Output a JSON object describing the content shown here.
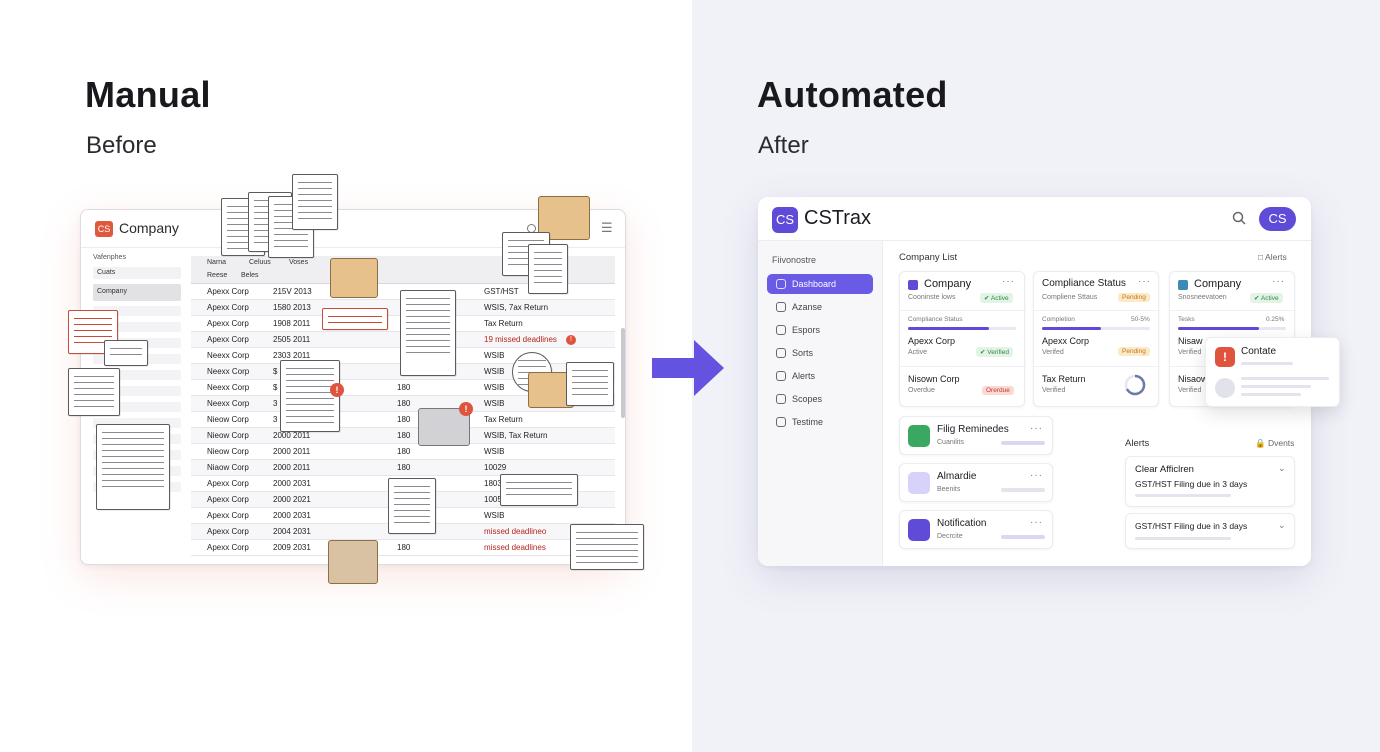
{
  "left": {
    "title": "Manual",
    "subtitle": "Before",
    "window": {
      "logo": "CS",
      "app_title": "Company",
      "sidebar_heading": "Vafenphes",
      "sidebar_items": [
        "Cuats",
        "Company"
      ],
      "columns": [
        "Narna",
        "Celuus",
        "Voses"
      ],
      "subcolumns": [
        "Reese",
        "Beles"
      ],
      "rows": [
        {
          "name": "Apexx Corp",
          "date": "215V 2013",
          "num": "",
          "status": "GST/HST",
          "warn": false
        },
        {
          "name": "Apexx Corp",
          "date": "1580 2013",
          "num": "",
          "status": "WSIS, 7ax Return",
          "warn": false
        },
        {
          "name": "Apexx Corp",
          "date": "1908 2011",
          "num": "",
          "status": "Tax Return",
          "warn": false
        },
        {
          "name": "Apexx Corp",
          "date": "2505 2011",
          "num": "",
          "status": "19 missed deadlines",
          "warn": true
        },
        {
          "name": "Neexx Corp",
          "date": "2303 2011",
          "num": "",
          "status": "WSIB",
          "warn": false
        },
        {
          "name": "Neexx Corp",
          "date": "$",
          "num": "",
          "status": "WSIB",
          "warn": false
        },
        {
          "name": "Neexx Corp",
          "date": "$",
          "num": "180",
          "status": "WSIB",
          "warn": false
        },
        {
          "name": "Neexx Corp",
          "date": "3",
          "num": "180",
          "status": "WSIB",
          "warn": false
        },
        {
          "name": "Nieow Corp",
          "date": "3",
          "num": "180",
          "status": "Tax Return",
          "warn": false
        },
        {
          "name": "Nieow Corp",
          "date": "2000 2011",
          "num": "180",
          "status": "WSIB, Tax Return",
          "warn": false
        },
        {
          "name": "Nieow Corp",
          "date": "2000 2011",
          "num": "180",
          "status": "WSIB",
          "warn": false
        },
        {
          "name": "Niaow Corp",
          "date": "2000 2011",
          "num": "180",
          "status": "10029",
          "warn": false
        },
        {
          "name": "Apexx Corp",
          "date": "2000 2031",
          "num": "",
          "status": "1803",
          "warn": false
        },
        {
          "name": "Apexx Corp",
          "date": "2000 2021",
          "num": "",
          "status": "1005",
          "warn": false
        },
        {
          "name": "Apexx Corp",
          "date": "2000 2031",
          "num": "",
          "status": "WSIB",
          "warn": false
        },
        {
          "name": "Apexx Corp",
          "date": "2004 2031",
          "num": "",
          "status": "missed deadlineo",
          "warn": true
        },
        {
          "name": "Apexx Corp",
          "date": "2009 2031",
          "num": "180",
          "status": "missed deadlines",
          "warn": true
        }
      ]
    }
  },
  "right": {
    "title": "Automated",
    "subtitle": "After",
    "window": {
      "logo": "CS",
      "app_title": "CSTrax",
      "avatar": "CS",
      "sidebar_heading": "Fiivonostre",
      "nav": [
        "Dashboard",
        "Azanse",
        "Espors",
        "Sorts",
        "Alerts",
        "Scopes",
        "Testime"
      ],
      "list_title": "Company List",
      "alerts_link": "Alerts",
      "cards": [
        {
          "title": "Company",
          "sub": "Cooninste lows",
          "badge": "Active",
          "progress_label": "Compliance Status",
          "progress_value": "",
          "progress": 0.75,
          "row1_title": "Apexx Corp",
          "row1_sub": "Active",
          "row1_badge": "Verified",
          "row2_title": "Nisown Corp",
          "row2_sub": "Overdue",
          "row2_badge": "Orerdue"
        },
        {
          "title": "Compliance Status",
          "sub": "Compliene Sttaus",
          "badge": "Pending",
          "progress_label": "Completion",
          "progress_value": "50-5%",
          "progress": 0.55,
          "row1_title": "Apexx Corp",
          "row1_sub": "Verifed",
          "row1_badge": "Pending",
          "row2_title": "Tax Return",
          "row2_sub": "Verified",
          "row2_badge": ""
        },
        {
          "title": "Company",
          "sub": "Snosneevatoen",
          "badge": "Active",
          "progress_label": "Tesks",
          "progress_value": "0.25%",
          "progress": 0.75,
          "row1_title": "Nisaw",
          "row1_sub": "Verified",
          "row1_badge": "",
          "row2_title": "Nisaow",
          "row2_sub": "Verified",
          "row2_badge": ""
        }
      ],
      "popup_title": "Contate",
      "widgets": [
        {
          "title": "Filig Reminedes",
          "sub": "Cuanilits",
          "color": "#3aa860"
        },
        {
          "title": "Almardie",
          "sub": "Beenits",
          "color": "#8e7be8"
        },
        {
          "title": "Notification",
          "sub": "Decrcite",
          "color": "#5e4bd8"
        }
      ],
      "alerts_title": "Alerts",
      "alerts_events": "Dvents",
      "alerts": [
        {
          "title": "Clear Afficlren",
          "body": "GST/HST Filing due in 3 days"
        },
        {
          "title": "",
          "body": "GST/HST Filing due in 3 days"
        }
      ]
    }
  },
  "colors": {
    "accent": "#5e4bd8",
    "danger": "#e0533d",
    "folder": "#e7c18c"
  }
}
